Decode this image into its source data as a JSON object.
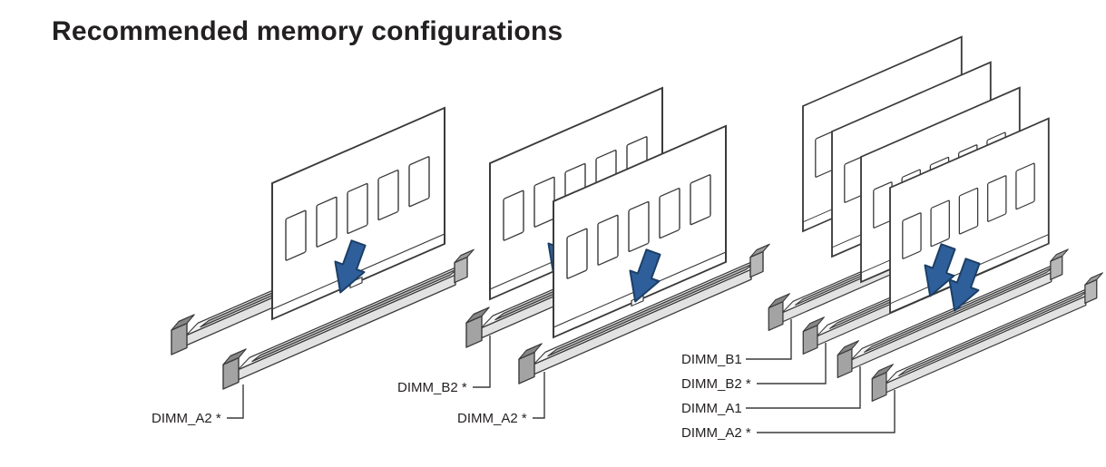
{
  "title": "Recommended memory configurations",
  "colors": {
    "arrow": "#2e5f9a",
    "arrow_outline": "#1c3f66",
    "outline": "#3a3a3a",
    "module_fill": "#ffffff",
    "socket_fill": "#ededed",
    "text": "#231f20"
  },
  "diagrams": [
    {
      "name": "one-dimm-configuration",
      "modules_shown": 1,
      "labels": [
        {
          "text": "DIMM_A2 *"
        }
      ]
    },
    {
      "name": "two-dimm-configuration",
      "modules_shown": 2,
      "labels": [
        {
          "text": "DIMM_B2 *"
        },
        {
          "text": "DIMM_A2 *"
        }
      ]
    },
    {
      "name": "four-dimm-configuration",
      "modules_shown": 4,
      "labels": [
        {
          "text": "DIMM_B1"
        },
        {
          "text": "DIMM_B2 *"
        },
        {
          "text": "DIMM_A1"
        },
        {
          "text": "DIMM_A2 *"
        }
      ]
    }
  ]
}
